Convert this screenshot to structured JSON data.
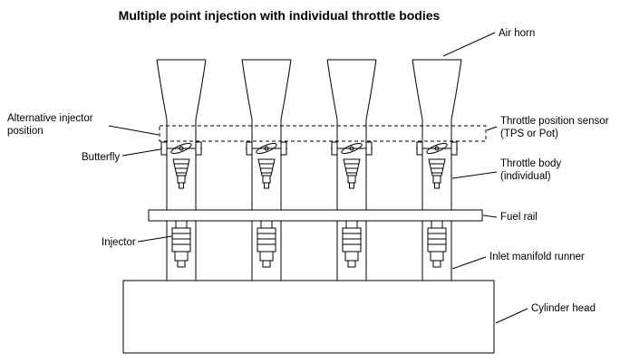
{
  "title": "Multiple point injection with individual throttle bodies",
  "labels": {
    "air_horn": "Air horn",
    "alternative_injector_line1": "Alternative injector",
    "alternative_injector_line2": "position",
    "tps_line1": "Throttle position sensor",
    "tps_line2": "(TPS or Pot)",
    "butterfly": "Butterfly",
    "throttle_body_line1": "Throttle body",
    "throttle_body_line2": "(individual)",
    "fuel_rail": "Fuel rail",
    "injector": "Injector",
    "inlet_manifold_runner": "Inlet manifold runner",
    "cylinder_head": "Cylinder head"
  },
  "colors": {
    "line": "#000000",
    "background": "#ffffff"
  }
}
